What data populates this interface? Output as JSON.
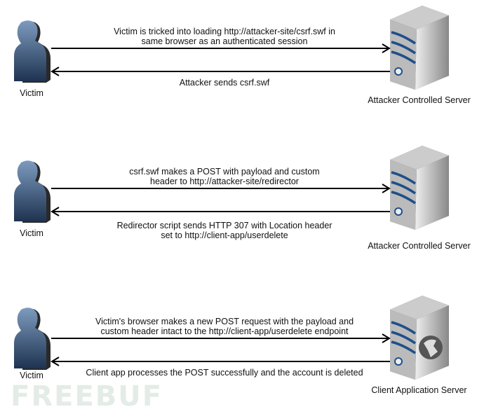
{
  "watermark": "FREEBUF",
  "colors": {
    "person_top": "#7d9bbf",
    "person_bottom": "#1e3350",
    "server": "#8a8a8a",
    "stripe": "#1f4f8a"
  },
  "panels": [
    {
      "victim_label": "Victim",
      "server_label": "Attacker Controlled Server",
      "server_icon": "server-icon",
      "request_lines": [
        "Victim is tricked into loading http://attacker-site/csrf.swf in",
        "same browser as an authenticated session"
      ],
      "response_lines": [
        "Attacker sends csrf.swf"
      ]
    },
    {
      "victim_label": "Victim",
      "server_label": "Attacker Controlled Server",
      "server_icon": "server-icon",
      "request_lines": [
        "csrf.swf makes a POST with payload and custom",
        "header to http://attacker-site/redirector"
      ],
      "response_lines": [
        "Redirector script sends HTTP 307 with Location header",
        "set to http://client-app/userdelete"
      ]
    },
    {
      "victim_label": "Victim",
      "server_label": "Client Application Server",
      "server_icon": "web-server-globe-icon",
      "request_lines": [
        "Victim's browser makes a new POST request with the payload and",
        "custom header intact to the http://client-app/userdelete endpoint"
      ],
      "response_lines": [
        "Client app processes the POST successfully and the account is deleted"
      ]
    }
  ]
}
